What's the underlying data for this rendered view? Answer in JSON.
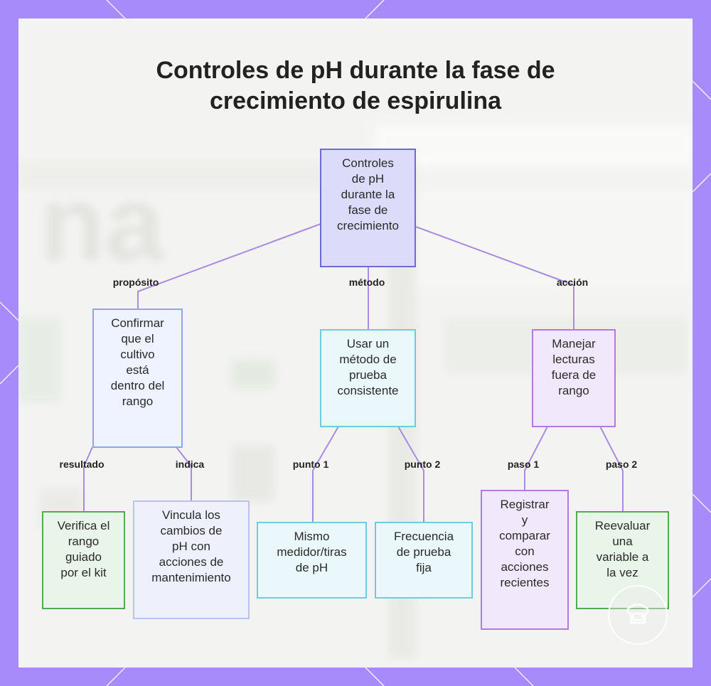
{
  "title": {
    "line1": "Controles de pH durante la fase de",
    "line2": "crecimiento de espirulina"
  },
  "nodes": {
    "root": [
      "Controles",
      "de pH",
      "durante la",
      "fase de",
      "crecimiento"
    ],
    "confirm": [
      "Confirmar",
      "que el",
      "cultivo",
      "está",
      "dentro del",
      "rango"
    ],
    "method": [
      "Usar un",
      "método de",
      "prueba",
      "consistente"
    ],
    "manage": [
      "Manejar",
      "lecturas",
      "fuera de",
      "rango"
    ],
    "verify": [
      "Verifica el",
      "rango",
      "guiado",
      "por el kit"
    ],
    "link": [
      "Vincula los",
      "cambios de",
      "pH con",
      "acciones de",
      "mantenimiento"
    ],
    "same": [
      "Mismo",
      "medidor/tiras",
      "de pH"
    ],
    "freq": [
      "Frecuencia",
      "de prueba",
      "fija"
    ],
    "record": [
      "Registrar",
      "y",
      "comparar",
      "con",
      "acciones",
      "recientes"
    ],
    "reeval": [
      "Reevaluar",
      "una",
      "variable a",
      "la vez"
    ]
  },
  "labels": {
    "purpose": "propósito",
    "method": "método",
    "action": "acción",
    "result": "resultado",
    "indicates": "indica",
    "point1": "punto 1",
    "point2": "punto 2",
    "step1": "paso 1",
    "step2": "paso 2"
  },
  "colors": {
    "frame": "#a78bfa",
    "edge": "#a98be0",
    "root_fill": "#dcdcfa",
    "root_border": "#6b6bd6",
    "cyan_border": "#6fcbe0",
    "purple_border": "#b07ae0",
    "green_border": "#55a955"
  },
  "icons": {
    "logo": "chef-hat-logo-icon"
  }
}
